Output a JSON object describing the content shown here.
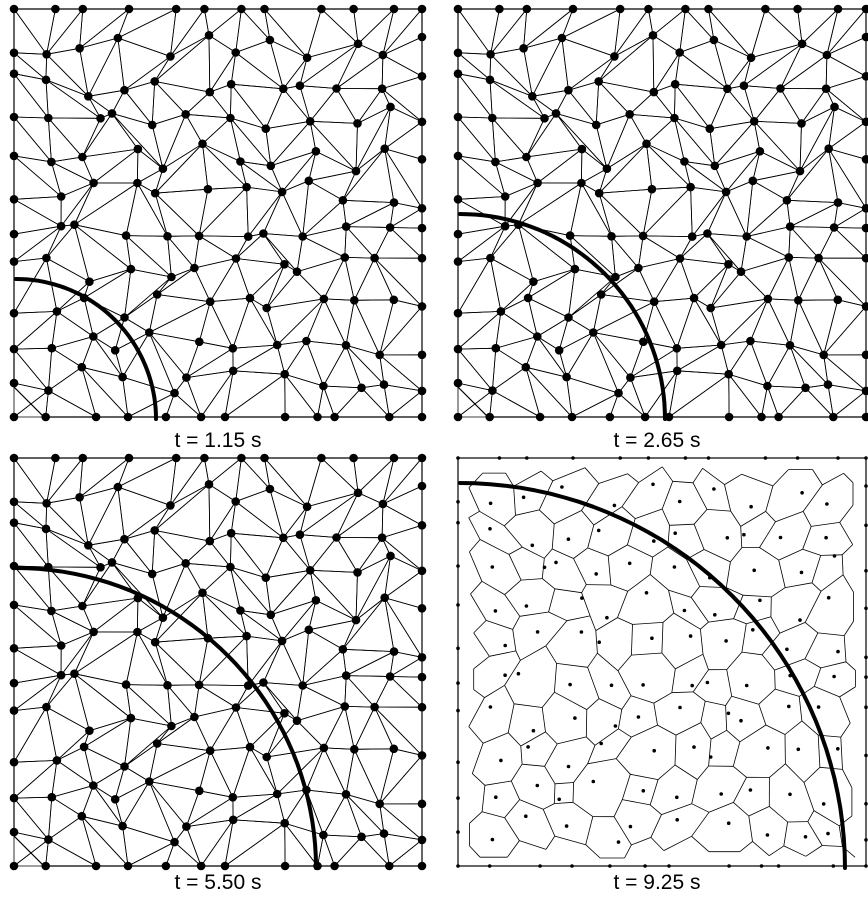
{
  "figure": {
    "panels": [
      {
        "caption": "t = 1.15 s",
        "kind": "delaunay-mesh"
      },
      {
        "caption": "t = 2.65 s",
        "kind": "delaunay-mesh"
      },
      {
        "caption": "t = 5.50 s",
        "kind": "delaunay-mesh"
      },
      {
        "caption": "t = 9.25 s",
        "kind": "voronoi-tessellation"
      }
    ],
    "colors": {
      "line": "#000000",
      "background": "#ffffff"
    }
  }
}
